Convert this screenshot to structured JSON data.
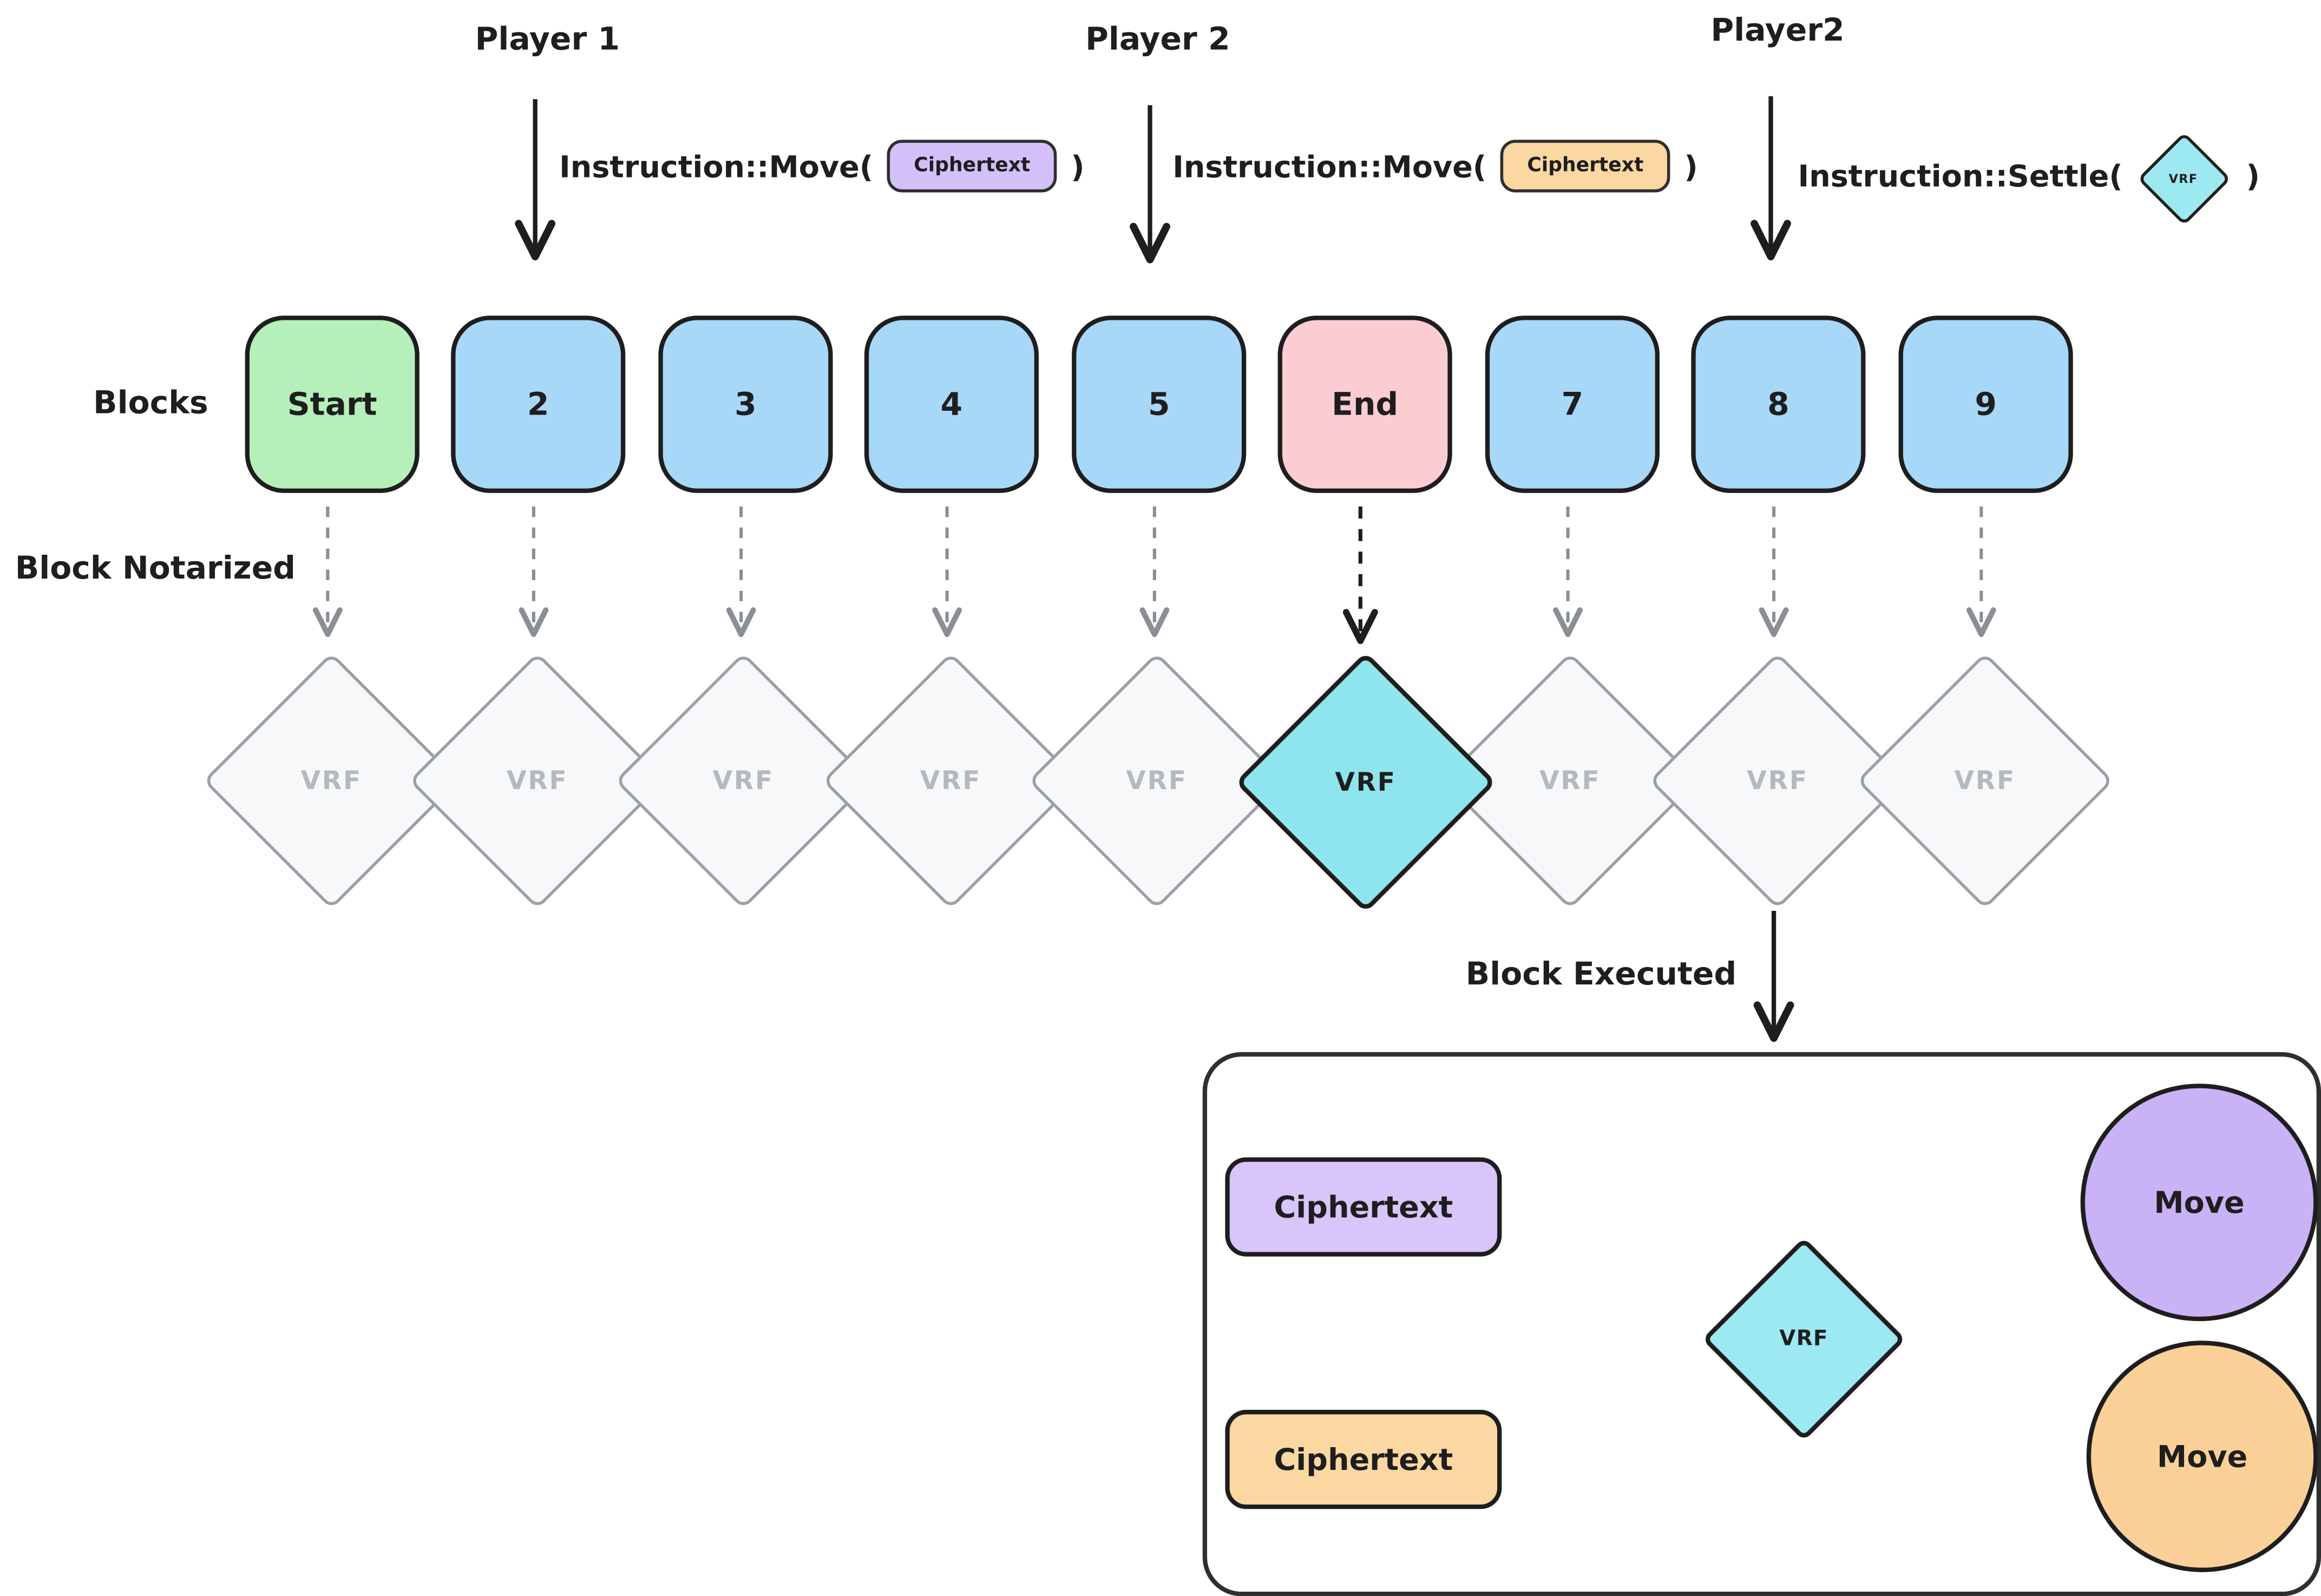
{
  "players": [
    {
      "label": "Player 1",
      "instruction": "Instruction::Move(",
      "arg": "Ciphertext",
      "close": ")"
    },
    {
      "label": "Player 2",
      "instruction": "Instruction::Move(",
      "arg": "Ciphertext",
      "close": ")"
    },
    {
      "label": "Player2",
      "instruction": "Instruction::Settle(",
      "arg": "VRF",
      "close": ")"
    }
  ],
  "blocks_row": {
    "label": "Blocks",
    "items": [
      {
        "label": "Start",
        "color": "green"
      },
      {
        "label": "2",
        "color": "blue"
      },
      {
        "label": "3",
        "color": "blue"
      },
      {
        "label": "4",
        "color": "blue"
      },
      {
        "label": "5",
        "color": "blue"
      },
      {
        "label": "End",
        "color": "pink"
      },
      {
        "label": "7",
        "color": "blue"
      },
      {
        "label": "8",
        "color": "blue"
      },
      {
        "label": "9",
        "color": "blue"
      }
    ]
  },
  "notarized": {
    "label": "Block Notarized"
  },
  "vrf_row": {
    "items": [
      {
        "label": "VRF",
        "state": "pending"
      },
      {
        "label": "VRF",
        "state": "pending"
      },
      {
        "label": "VRF",
        "state": "pending"
      },
      {
        "label": "VRF",
        "state": "pending"
      },
      {
        "label": "VRF",
        "state": "pending"
      },
      {
        "label": "VRF",
        "state": "executed"
      },
      {
        "label": "VRF",
        "state": "pending"
      },
      {
        "label": "VRF",
        "state": "pending"
      },
      {
        "label": "VRF",
        "state": "pending"
      }
    ]
  },
  "executed": {
    "label": "Block Executed",
    "inputs": [
      {
        "label": "Ciphertext",
        "color": "purple"
      },
      {
        "label": "Ciphertext",
        "color": "orange"
      }
    ],
    "vrf": {
      "label": "VRF"
    },
    "outputs": [
      {
        "label": "Move",
        "color": "purple"
      },
      {
        "label": "Move",
        "color": "orange"
      }
    ]
  },
  "colors": {
    "ink": "#1e1e1e",
    "block_green": "#b5f0bb",
    "block_blue": "#a8d8f8",
    "block_pink": "#fbcdd2",
    "vrf_cyan": "#8ee5ee",
    "purple": "#d3c0f9",
    "orange": "#fbd7a1",
    "diamond_gray_fill": "#f7f8f9",
    "diamond_gray_border": "#9aa0a6",
    "diamond_gray_text": "#b4b9be"
  }
}
